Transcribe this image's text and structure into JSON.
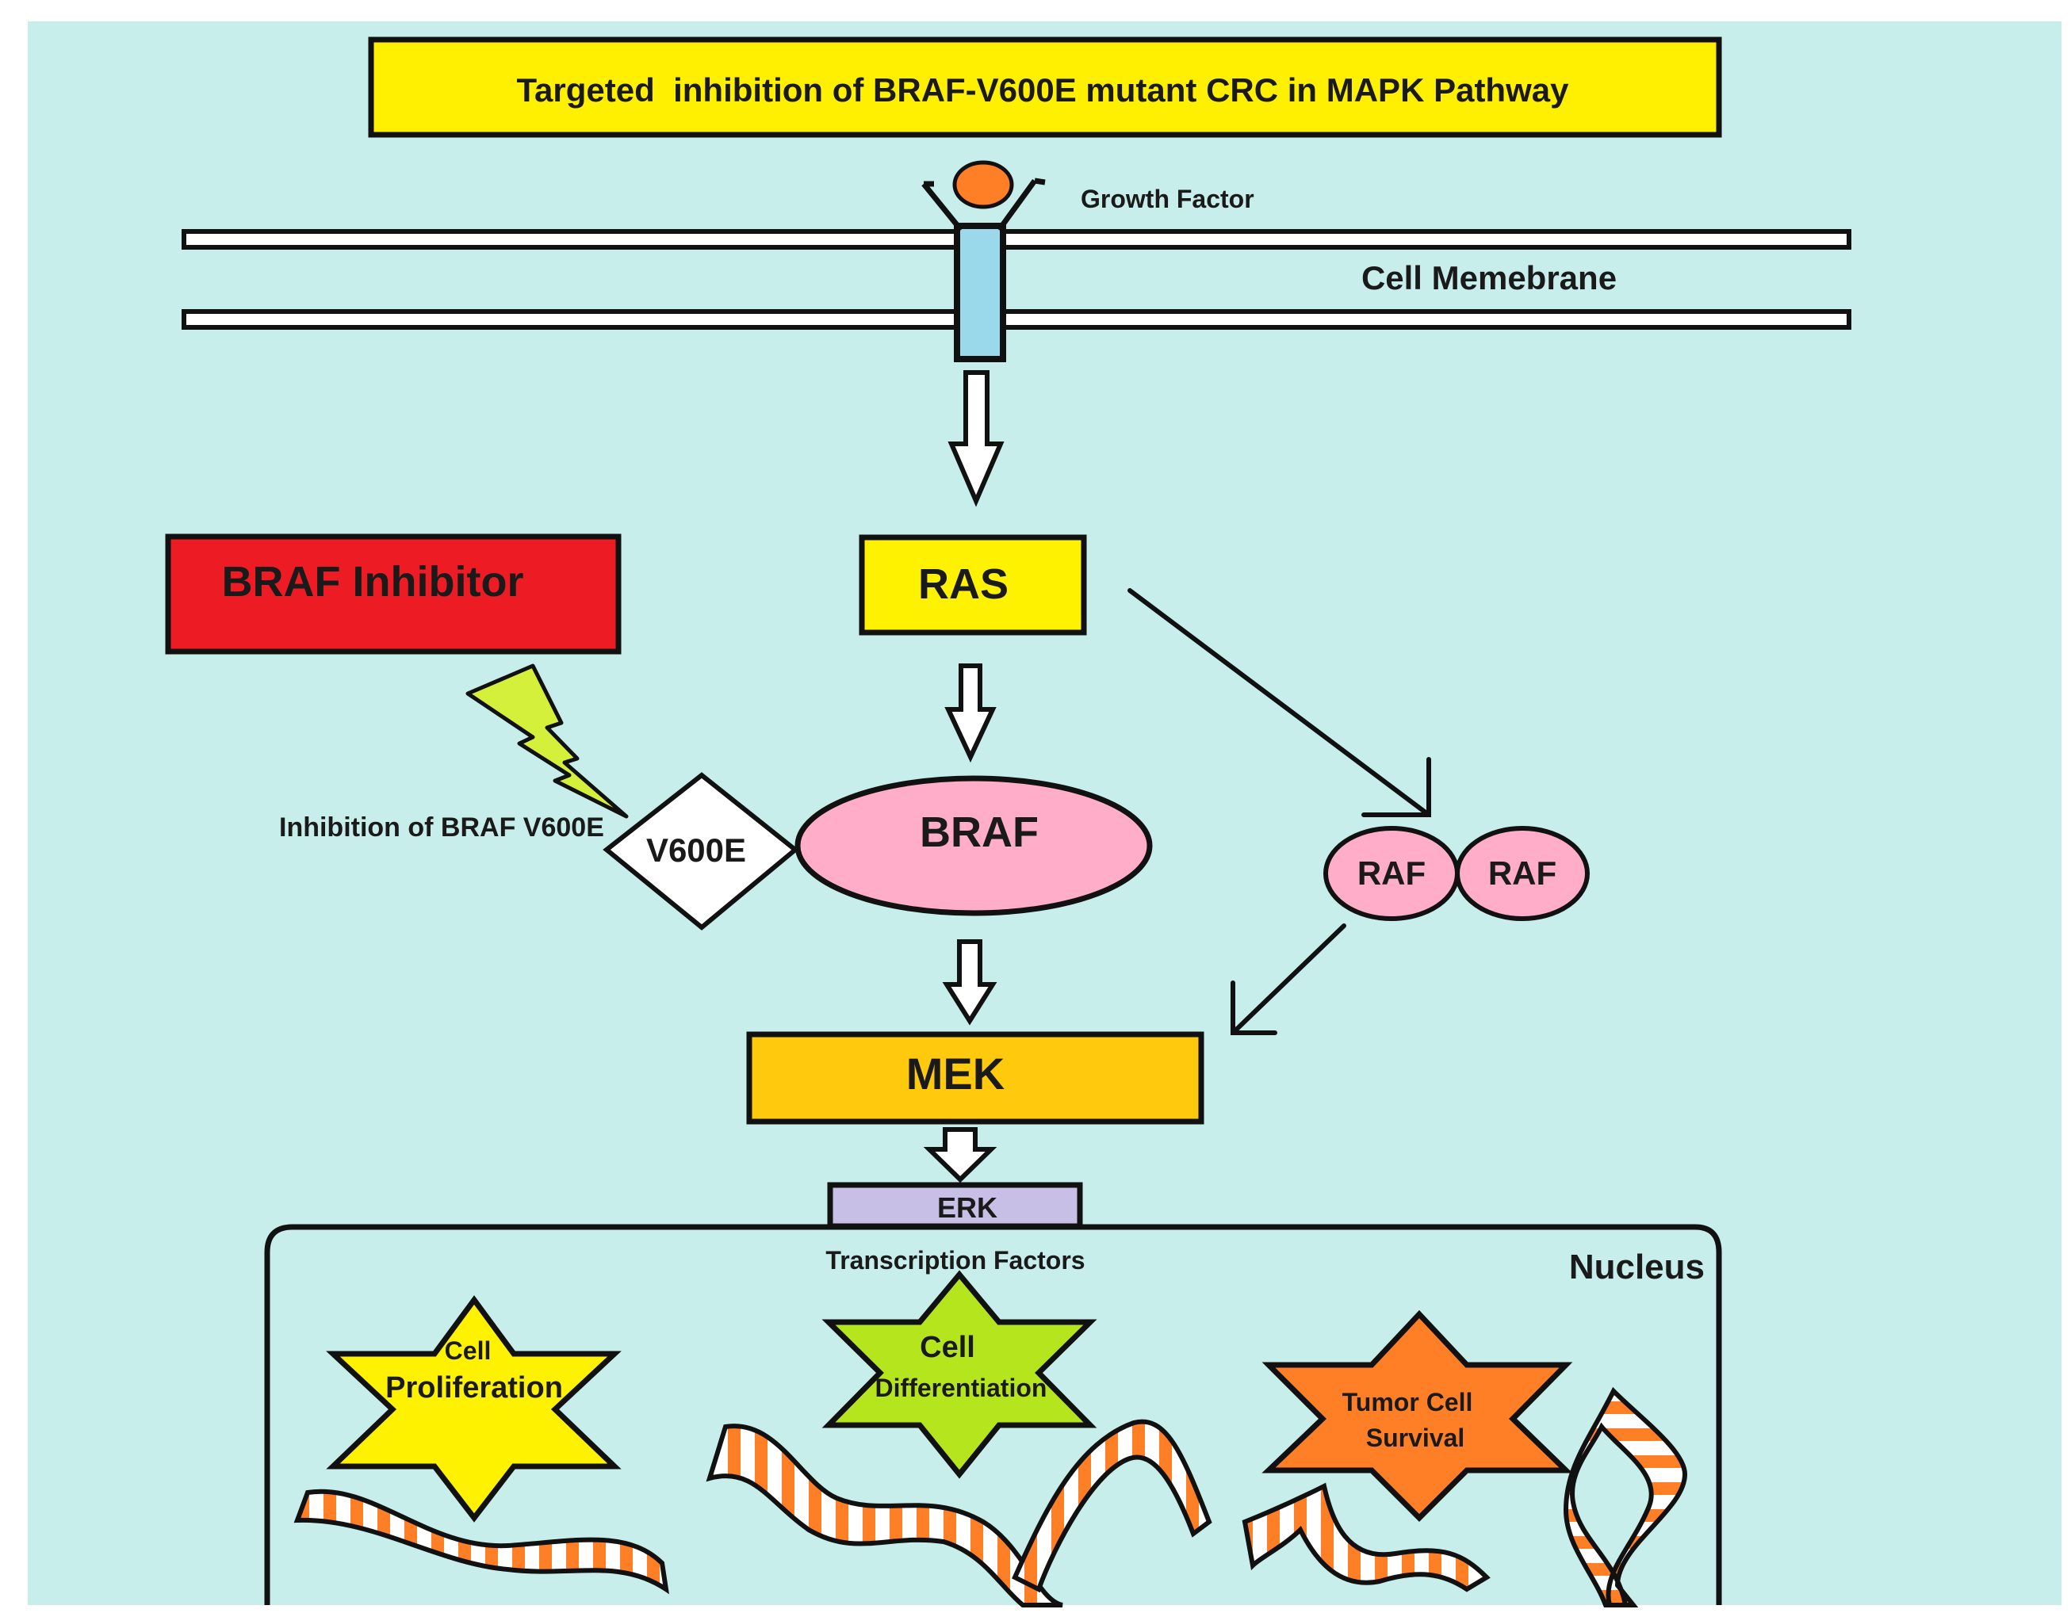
{
  "title": "Targeted  inhibition of BRAF-V600E mutant CRC in MAPK Pathway",
  "labels": {
    "growth_factor": "Growth Factor",
    "cell_membrane": "Cell Memebrane",
    "braf_inhibitor": "BRAF Inhibitor",
    "ras": "RAS",
    "braf": "BRAF",
    "v600e": "V600E",
    "inhibition_note": "Inhibition of BRAF V600E",
    "raf_left": "RAF",
    "raf_right": "RAF",
    "mek": "MEK",
    "erk": "ERK",
    "transcription_factors": "Transcription Factors",
    "nucleus": "Nucleus"
  },
  "outcomes": {
    "proliferation": {
      "line1": "Cell",
      "line2": "Proliferation"
    },
    "differentiation": {
      "line1": "Cell",
      "line2": "Differentiation"
    },
    "survival": {
      "line1": "Tumor Cell",
      "line2": "Survival"
    }
  },
  "colors": {
    "background": "#c7eeeb",
    "title_box": "#ffef00",
    "ras": "#fff200",
    "braf_inhibitor": "#ed1c24",
    "braf": "#ffadc9",
    "raf": "#ffadc9",
    "mek": "#ffc90e",
    "erk": "#c8bfe7",
    "receptor": "#99d9ea",
    "growth_factor": "#ff7f27",
    "lightning": "#d4f03a",
    "star_proliferation": "#fff200",
    "star_differentiation": "#b5e61d",
    "star_survival": "#ff7f27",
    "dna_stripe": "#ff7f27"
  }
}
